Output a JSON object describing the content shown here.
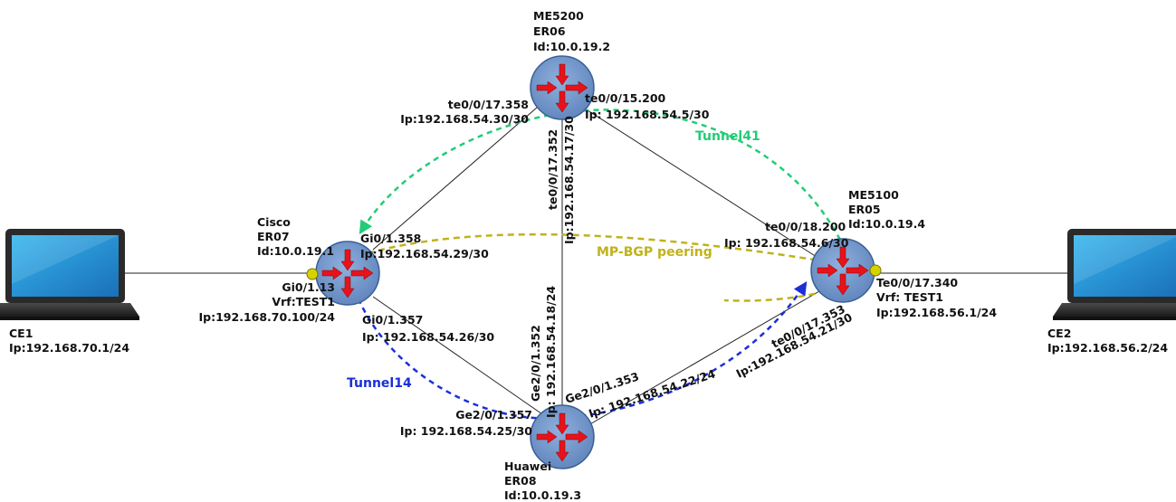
{
  "colors": {
    "link": "#222222",
    "router_fill": "#6f93c8",
    "router_stroke": "#3a5f94",
    "arrow": "#e8121b",
    "tunnel41": "#22cc77",
    "tunnel14": "#1a2fd8",
    "mpbgp": "#c0b21a",
    "endpoint": "#d6d200"
  },
  "devices": {
    "er06": {
      "model": "ME5200",
      "name": "ER06",
      "id": "Id:10.0.19.2"
    },
    "er05": {
      "model": "ME5100",
      "name": "ER05",
      "id": "Id:10.0.19.4"
    },
    "er07": {
      "model": "Cisco",
      "name": "ER07",
      "id": "Id:10.0.19.1"
    },
    "er08": {
      "model": "Huawei",
      "name": "ER08",
      "id": "Id:10.0.19.3"
    },
    "ce1": {
      "name": "CE1",
      "ip": "Ip:192.168.70.1/24"
    },
    "ce2": {
      "name": "CE2",
      "ip": "Ip:192.168.56.2/24"
    }
  },
  "interfaces": {
    "er06_to_er07": {
      "iface": "te0/0/17.358",
      "ip": "Ip:192.168.54.30/30"
    },
    "er06_to_er05": {
      "iface": "te0/0/15.200",
      "ip": "Ip: 192.168.54.5/30"
    },
    "er06_to_er08": {
      "iface": "te0/0/17.352",
      "ip": "Ip:192.168.54.17/30"
    },
    "er05_to_er06": {
      "iface": "te0/0/18.200",
      "ip": "Ip: 192.168.54.6/30"
    },
    "er05_to_ce2": {
      "iface": "Te0/0/17.340",
      "vrf": "Vrf: TEST1",
      "ip": "Ip:192.168.56.1/24"
    },
    "er05_to_er08": {
      "iface": "te0/0/17.353",
      "ip": "Ip:192.168.54.21/30"
    },
    "er07_to_er06": {
      "iface": "Gi0/1.358",
      "ip": "Ip:192.168.54.29/30"
    },
    "er07_to_ce1": {
      "iface": "Gi0/1.13",
      "vrf": "Vrf:TEST1",
      "ip": "Ip:192.168.70.100/24"
    },
    "er07_to_er08": {
      "iface": "Gi0/1.357",
      "ip": "Ip: 192.168.54.26/30"
    },
    "er08_to_er06": {
      "iface": "Ge2/0/1.352",
      "ip": "Ip: 192.168.54.18/24"
    },
    "er08_to_er07": {
      "iface": "Ge2/0/1.357",
      "ip": "Ip: 192.168.54.25/30"
    },
    "er08_to_er05": {
      "iface": "Ge2/0/1.353",
      "ip": "Ip: 192.168.54.22/24"
    }
  },
  "tunnels": {
    "tunnel41": "Tunnel41",
    "tunnel14": "Tunnel14",
    "mpbgp": "MP-BGP peering"
  }
}
